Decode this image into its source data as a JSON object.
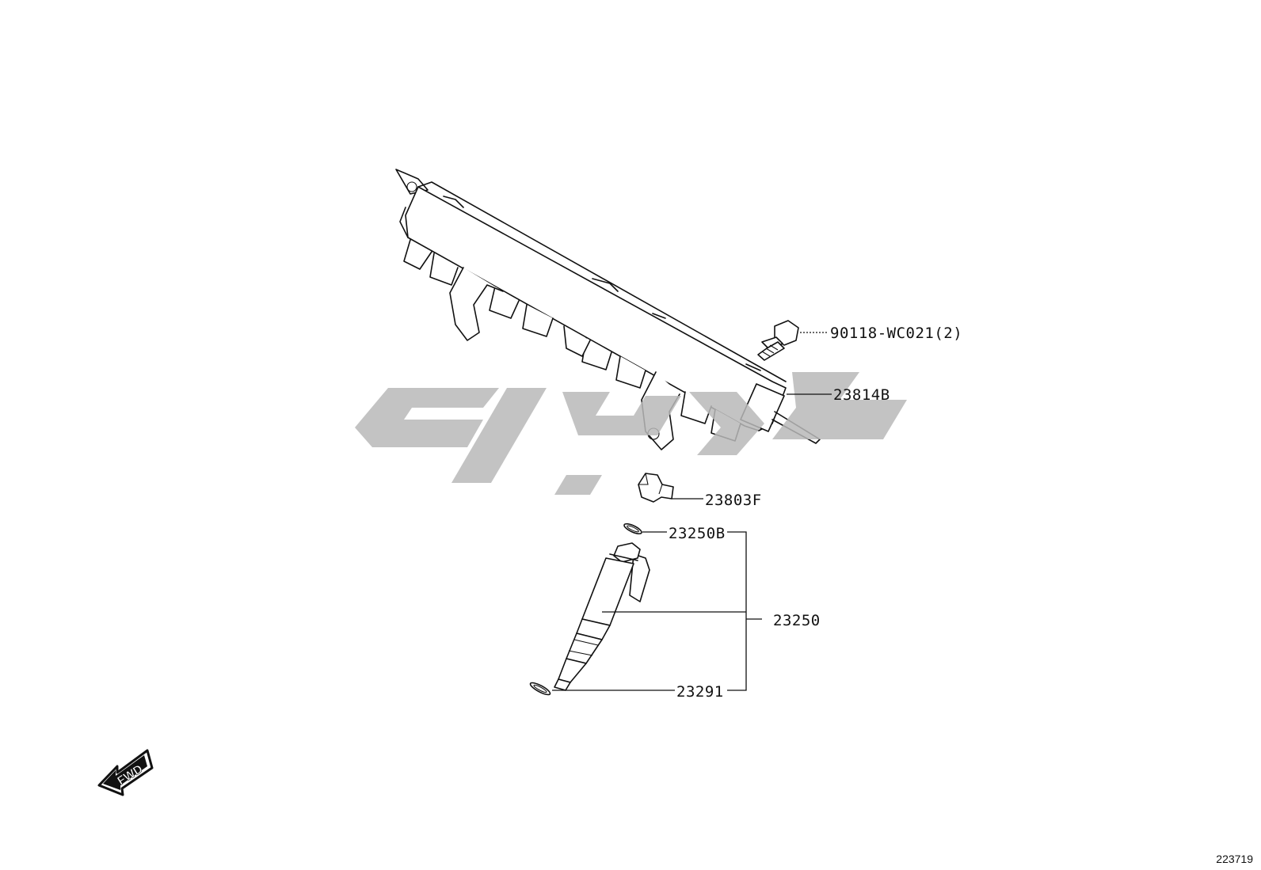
{
  "diagram": {
    "id_label": "223719",
    "direction_label": "FWD",
    "parts": [
      {
        "key": "bolt",
        "label": "90118-WC021(2)"
      },
      {
        "key": "rail",
        "label": "23814B"
      },
      {
        "key": "clip",
        "label": "23803F"
      },
      {
        "key": "oring_upper",
        "label": "23250B"
      },
      {
        "key": "injector",
        "label": "23250"
      },
      {
        "key": "seal_lower",
        "label": "23291"
      }
    ]
  },
  "colors": {
    "line": "#111111",
    "watermark": "#b9b9b9",
    "background": "#ffffff"
  }
}
